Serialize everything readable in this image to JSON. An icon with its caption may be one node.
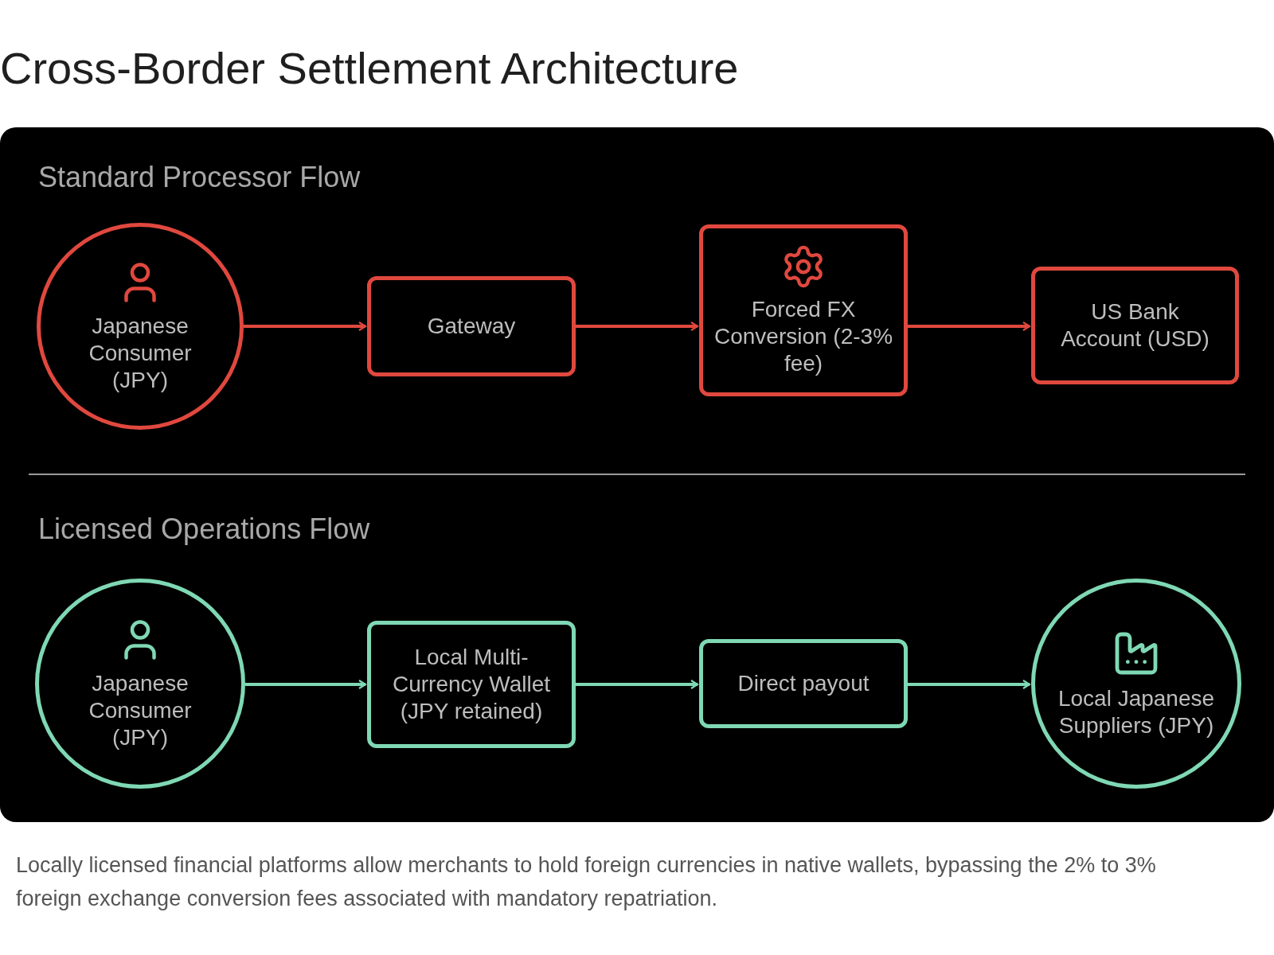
{
  "diagram": {
    "title": "Cross-Border Settlement Architecture",
    "caption": "Locally licensed financial platforms allow merchants to hold foreign currencies in native wallets, bypassing the 2% to 3% foreign exchange conversion fees associated with mandatory repatriation.",
    "nodes": [
      {
        "text": [
          "Japanese Consumer (JPY)"
        ]
      },
      {
        "text": [
          "Gateway"
        ]
      },
      {
        "text": [
          "Forced FX Conversion (2-3% fee)"
        ]
      },
      {
        "text": [
          "US Bank Account (USD)"
        ]
      },
      {
        "text": [
          "Japanese Consumer (JPY)"
        ]
      },
      {
        "text": [
          "Local Multi-Currency Wallet (JPY retained)"
        ]
      },
      {
        "text": [
          "Direct payout"
        ]
      },
      {
        "text": [
          "Local Japanese Suppliers (JPY)"
        ]
      }
    ],
    "edges": [
      {
        "from": 0,
        "to": 1,
        "arrow": "to",
        "color": "#e0483e"
      },
      {
        "from": 1,
        "to": 2,
        "arrow": "to",
        "color": "#e0483e"
      },
      {
        "from": 2,
        "to": 3,
        "arrow": "to",
        "color": "#e0483e"
      },
      {
        "from": 4,
        "to": 5,
        "arrow": "to",
        "color": "#7fd8b4"
      },
      {
        "from": 5,
        "to": 6,
        "arrow": "to",
        "color": "#7fd8b4"
      },
      {
        "from": 6,
        "to": 7,
        "arrow": "to",
        "color": "#7fd8b4"
      }
    ],
    "labels": [
      "Standard Processor Flow",
      "Licensed Operations Flow"
    ]
  }
}
